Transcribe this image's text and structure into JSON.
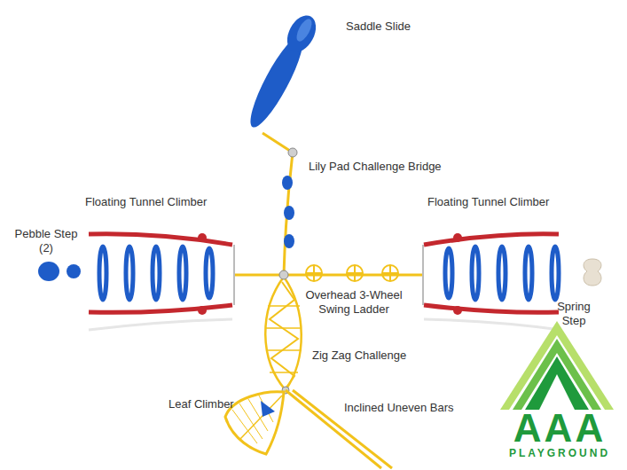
{
  "diagram": {
    "labels": [
      "Saddle Slide",
      "Lily Pad Challenge Bridge",
      "Floating Tunnel Climber",
      "Floating Tunnel Climber",
      "Pebble Step (2)",
      "Overhead 3-Wheel Swing Ladder",
      "Spring Step",
      "Zig Zag Challenge",
      "Leaf Climber",
      "Inclined Uneven Bars",
      "AAA",
      "PLAYGROUND"
    ]
  }
}
